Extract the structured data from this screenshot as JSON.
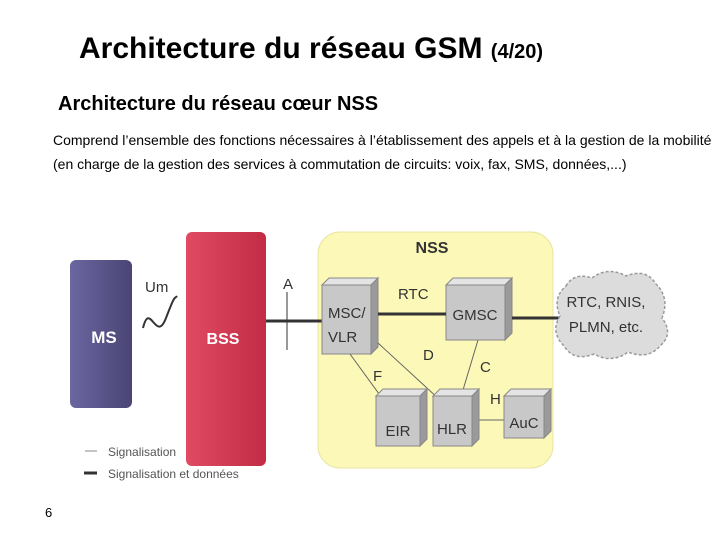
{
  "slide": {
    "title": "Architecture du réseau GSM",
    "title_part": "(4/20)",
    "subtitle": "Architecture du réseau cœur NSS",
    "description": "Comprend l’ensemble des fonctions nécessaires à l’établissement des appels et à la gestion de la mobilité (en charge de la gestion des services à commutation de circuits: voix, fax, SMS, données,...)",
    "slide_number": "6"
  },
  "diagram": {
    "ms_label": "MS",
    "bss_label": "BSS",
    "um_label": "Um",
    "a_label": "A",
    "nss_label": "NSS",
    "rtc_label": "RTC",
    "msc_vlr_line1": "MSC/",
    "msc_vlr_line2": "VLR",
    "gmsc_label": "GMSC",
    "d_label": "D",
    "c_label": "C",
    "f_label": "F",
    "h_label": "H",
    "eir_label": "EIR",
    "hlr_label": "HLR",
    "auc_label": "AuC",
    "cloud_line1": "RTC, RNIS,",
    "cloud_line2": "PLMN, etc.",
    "legend_signalisation": "Signalisation",
    "legend_signalisation_donnees": "Signalisation et données",
    "colors": {
      "ms": "#55507f",
      "bss": "#cf3650",
      "nss_bg": "#fbf8b8",
      "box_face": "#c8c8c8",
      "cloud": "#dcdcdc"
    }
  }
}
